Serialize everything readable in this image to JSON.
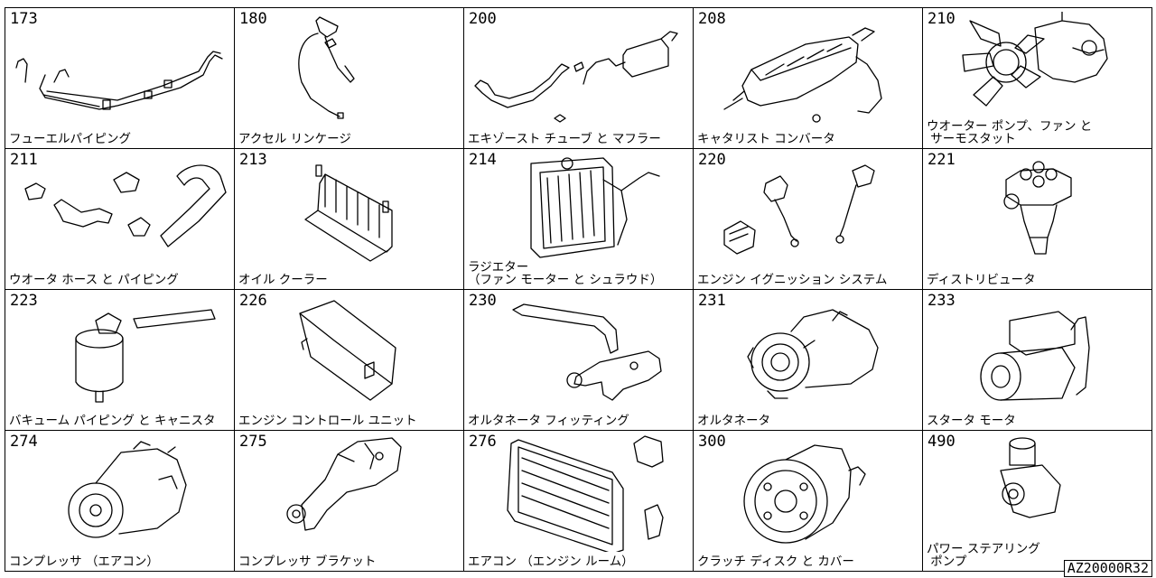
{
  "ref_code": "AZ20000R32",
  "parts": [
    {
      "code": "173",
      "name": "フューエルパイピング",
      "icon": "fuel-piping-icon"
    },
    {
      "code": "180",
      "name": "アクセル リンケージ",
      "icon": "accelerator-linkage-icon"
    },
    {
      "code": "200",
      "name": "エキゾースト チューブ と マフラー",
      "icon": "exhaust-muffler-icon"
    },
    {
      "code": "208",
      "name": "キャタリスト コンバータ",
      "icon": "catalytic-converter-icon"
    },
    {
      "code": "210",
      "name": "ウオーター ポンプ、ファン と\n サーモスタット",
      "icon": "water-pump-fan-icon"
    },
    {
      "code": "211",
      "name": "ウオータ ホース と パイピング",
      "icon": "water-hose-icon"
    },
    {
      "code": "213",
      "name": "オイル クーラー",
      "icon": "oil-cooler-icon"
    },
    {
      "code": "214",
      "name": "ラジエター\n（ファン モーター と シュラウド）",
      "icon": "radiator-icon"
    },
    {
      "code": "220",
      "name": "エンジン イグニッション システム",
      "icon": "ignition-system-icon"
    },
    {
      "code": "221",
      "name": "ディストリビュータ",
      "icon": "distributor-icon"
    },
    {
      "code": "223",
      "name": "バキューム パイピング と キャニスタ",
      "icon": "vacuum-canister-icon"
    },
    {
      "code": "226",
      "name": "エンジン コントロール ユニット",
      "icon": "engine-control-unit-icon"
    },
    {
      "code": "230",
      "name": "オルタネータ フィッティング",
      "icon": "alternator-fitting-icon"
    },
    {
      "code": "231",
      "name": "オルタネータ",
      "icon": "alternator-icon"
    },
    {
      "code": "233",
      "name": "スタータ モータ",
      "icon": "starter-motor-icon"
    },
    {
      "code": "274",
      "name": "コンプレッサ （エアコン）",
      "icon": "ac-compressor-icon"
    },
    {
      "code": "275",
      "name": "コンプレッサ ブラケット",
      "icon": "compressor-bracket-icon"
    },
    {
      "code": "276",
      "name": "エアコン （エンジン ルーム）",
      "icon": "ac-engine-room-icon"
    },
    {
      "code": "300",
      "name": "クラッチ ディスク と カバー",
      "icon": "clutch-disc-icon"
    },
    {
      "code": "490",
      "name": "パワー ステアリング\n ポンプ",
      "icon": "power-steering-pump-icon"
    }
  ]
}
